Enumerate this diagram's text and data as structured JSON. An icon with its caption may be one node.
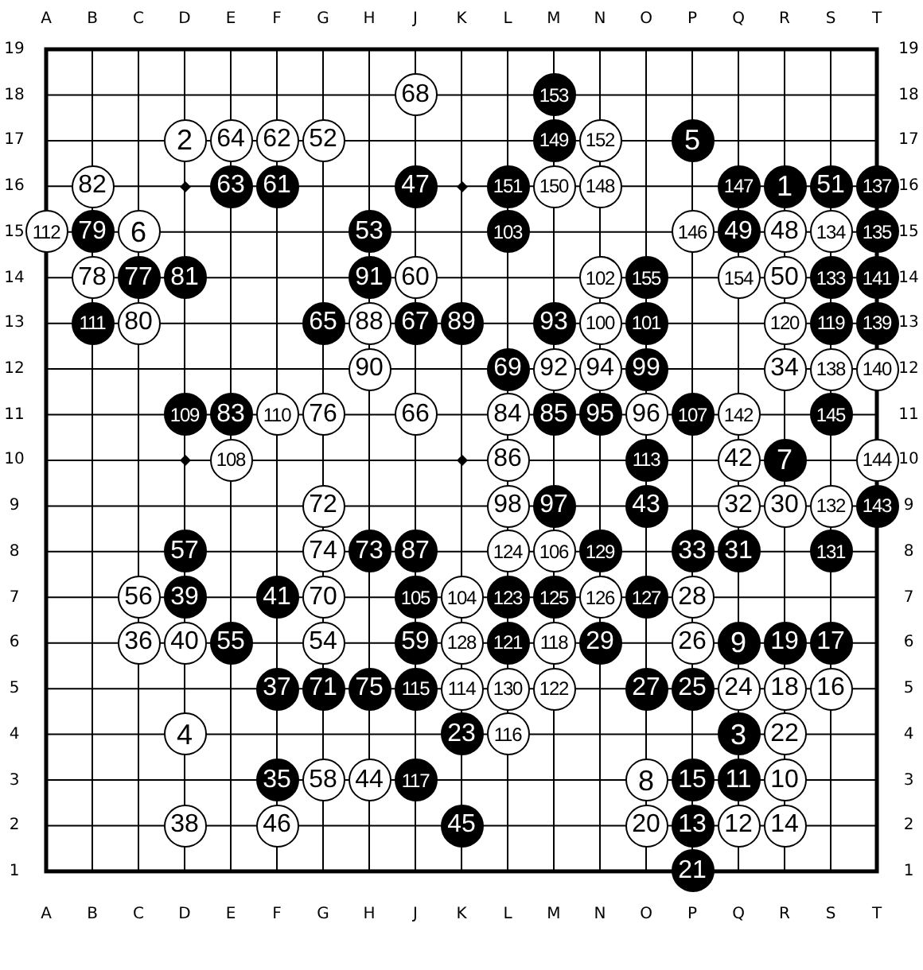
{
  "diagram": {
    "nodes": [
      {
        "text": [
          "68"
        ]
      },
      {
        "text": [
          "153"
        ]
      },
      {
        "text": [
          "2"
        ]
      },
      {
        "text": [
          "64"
        ]
      },
      {
        "text": [
          "62"
        ]
      },
      {
        "text": [
          "52"
        ]
      },
      {
        "text": [
          "149"
        ]
      },
      {
        "text": [
          "152"
        ]
      },
      {
        "text": [
          "5"
        ]
      },
      {
        "text": [
          "82"
        ]
      },
      {
        "text": [
          "63"
        ]
      },
      {
        "text": [
          "61"
        ]
      },
      {
        "text": [
          "47"
        ]
      },
      {
        "text": [
          "151"
        ]
      },
      {
        "text": [
          "150"
        ]
      },
      {
        "text": [
          "148"
        ]
      },
      {
        "text": [
          "147"
        ]
      },
      {
        "text": [
          "1"
        ]
      },
      {
        "text": [
          "51"
        ]
      },
      {
        "text": [
          "137"
        ]
      },
      {
        "text": [
          "112"
        ]
      },
      {
        "text": [
          "79"
        ]
      },
      {
        "text": [
          "6"
        ]
      },
      {
        "text": [
          "53"
        ]
      },
      {
        "text": [
          "103"
        ]
      },
      {
        "text": [
          "146"
        ]
      },
      {
        "text": [
          "49"
        ]
      },
      {
        "text": [
          "48"
        ]
      },
      {
        "text": [
          "134"
        ]
      },
      {
        "text": [
          "135"
        ]
      },
      {
        "text": [
          "78"
        ]
      },
      {
        "text": [
          "77"
        ]
      },
      {
        "text": [
          "81"
        ]
      },
      {
        "text": [
          "91"
        ]
      },
      {
        "text": [
          "60"
        ]
      },
      {
        "text": [
          "102"
        ]
      },
      {
        "text": [
          "155"
        ]
      },
      {
        "text": [
          "154"
        ]
      },
      {
        "text": [
          "50"
        ]
      },
      {
        "text": [
          "133"
        ]
      },
      {
        "text": [
          "141"
        ]
      },
      {
        "text": [
          "111"
        ]
      },
      {
        "text": [
          "80"
        ]
      },
      {
        "text": [
          "65"
        ]
      },
      {
        "text": [
          "88"
        ]
      },
      {
        "text": [
          "67"
        ]
      },
      {
        "text": [
          "89"
        ]
      },
      {
        "text": [
          "93"
        ]
      },
      {
        "text": [
          "100"
        ]
      },
      {
        "text": [
          "101"
        ]
      },
      {
        "text": [
          "120"
        ]
      },
      {
        "text": [
          "119"
        ]
      },
      {
        "text": [
          "139"
        ]
      },
      {
        "text": [
          "90"
        ]
      },
      {
        "text": [
          "69"
        ]
      },
      {
        "text": [
          "92"
        ]
      },
      {
        "text": [
          "94"
        ]
      },
      {
        "text": [
          "99"
        ]
      },
      {
        "text": [
          "34"
        ]
      },
      {
        "text": [
          "138"
        ]
      },
      {
        "text": [
          "140"
        ]
      },
      {
        "text": [
          "109"
        ]
      },
      {
        "text": [
          "83"
        ]
      },
      {
        "text": [
          "110"
        ]
      },
      {
        "text": [
          "76"
        ]
      },
      {
        "text": [
          "66"
        ]
      },
      {
        "text": [
          "84"
        ]
      },
      {
        "text": [
          "85"
        ]
      },
      {
        "text": [
          "95"
        ]
      },
      {
        "text": [
          "96"
        ]
      },
      {
        "text": [
          "107"
        ]
      },
      {
        "text": [
          "142"
        ]
      },
      {
        "text": [
          "145"
        ]
      },
      {
        "text": [
          "108"
        ]
      },
      {
        "text": [
          "86"
        ]
      },
      {
        "text": [
          "113"
        ]
      },
      {
        "text": [
          "42"
        ]
      },
      {
        "text": [
          "7"
        ]
      },
      {
        "text": [
          "144"
        ]
      },
      {
        "text": [
          "72"
        ]
      },
      {
        "text": [
          "98"
        ]
      },
      {
        "text": [
          "97"
        ]
      },
      {
        "text": [
          "43"
        ]
      },
      {
        "text": [
          "32"
        ]
      },
      {
        "text": [
          "30"
        ]
      },
      {
        "text": [
          "132"
        ]
      },
      {
        "text": [
          "143"
        ]
      },
      {
        "text": [
          "57"
        ]
      },
      {
        "text": [
          "74"
        ]
      },
      {
        "text": [
          "73"
        ]
      },
      {
        "text": [
          "87"
        ]
      },
      {
        "text": [
          "124"
        ]
      },
      {
        "text": [
          "106"
        ]
      },
      {
        "text": [
          "129"
        ]
      },
      {
        "text": [
          "33"
        ]
      },
      {
        "text": [
          "31"
        ]
      },
      {
        "text": [
          "131"
        ]
      },
      {
        "text": [
          "56"
        ]
      },
      {
        "text": [
          "39"
        ]
      },
      {
        "text": [
          "41"
        ]
      },
      {
        "text": [
          "70"
        ]
      },
      {
        "text": [
          "105"
        ]
      },
      {
        "text": [
          "104"
        ]
      },
      {
        "text": [
          "123"
        ]
      },
      {
        "text": [
          "125"
        ]
      },
      {
        "text": [
          "126"
        ]
      },
      {
        "text": [
          "127"
        ]
      },
      {
        "text": [
          "28"
        ]
      },
      {
        "text": [
          "36"
        ]
      },
      {
        "text": [
          "40"
        ]
      },
      {
        "text": [
          "55"
        ]
      },
      {
        "text": [
          "54"
        ]
      },
      {
        "text": [
          "59"
        ]
      },
      {
        "text": [
          "128"
        ]
      },
      {
        "text": [
          "121"
        ]
      },
      {
        "text": [
          "118"
        ]
      },
      {
        "text": [
          "29"
        ]
      },
      {
        "text": [
          "26"
        ]
      },
      {
        "text": [
          "9"
        ]
      },
      {
        "text": [
          "19"
        ]
      },
      {
        "text": [
          "17"
        ]
      },
      {
        "text": [
          "37"
        ]
      },
      {
        "text": [
          "71"
        ]
      },
      {
        "text": [
          "75"
        ]
      },
      {
        "text": [
          "115"
        ]
      },
      {
        "text": [
          "114"
        ]
      },
      {
        "text": [
          "130"
        ]
      },
      {
        "text": [
          "122"
        ]
      },
      {
        "text": [
          "27"
        ]
      },
      {
        "text": [
          "25"
        ]
      },
      {
        "text": [
          "24"
        ]
      },
      {
        "text": [
          "18"
        ]
      },
      {
        "text": [
          "16"
        ]
      },
      {
        "text": [
          "4"
        ]
      },
      {
        "text": [
          "23"
        ]
      },
      {
        "text": [
          "116"
        ]
      },
      {
        "text": [
          "3"
        ]
      },
      {
        "text": [
          "22"
        ]
      },
      {
        "text": [
          "35"
        ]
      },
      {
        "text": [
          "58"
        ]
      },
      {
        "text": [
          "44"
        ]
      },
      {
        "text": [
          "117"
        ]
      },
      {
        "text": [
          "8"
        ]
      },
      {
        "text": [
          "15"
        ]
      },
      {
        "text": [
          "11"
        ]
      },
      {
        "text": [
          "10"
        ]
      },
      {
        "text": [
          "38"
        ]
      },
      {
        "text": [
          "46"
        ]
      },
      {
        "text": [
          "45"
        ]
      },
      {
        "text": [
          "20"
        ]
      },
      {
        "text": [
          "13"
        ]
      },
      {
        "text": [
          "12"
        ]
      },
      {
        "text": [
          "14"
        ]
      },
      {
        "text": [
          "21"
        ]
      }
    ],
    "labels": [
      "A",
      "B",
      "C",
      "D",
      "E",
      "F",
      "G",
      "H",
      "J",
      "K",
      "L",
      "M",
      "N",
      "O",
      "P",
      "Q",
      "R",
      "S",
      "T",
      "19",
      "19",
      "18",
      "18",
      "17",
      "17",
      "16",
      "16",
      "15",
      "15",
      "14",
      "14",
      "13",
      "13",
      "12",
      "12",
      "11",
      "11",
      "10",
      "10",
      "9",
      "9",
      "8",
      "8",
      "7",
      "7",
      "6",
      "6",
      "5",
      "5",
      "4",
      "4",
      "3",
      "3",
      "2",
      "2",
      "1",
      "1",
      "A",
      "B",
      "C",
      "D",
      "E",
      "F",
      "G",
      "H",
      "J",
      "K",
      "L",
      "M",
      "N",
      "O",
      "P",
      "Q",
      "R",
      "S",
      "T"
    ]
  }
}
